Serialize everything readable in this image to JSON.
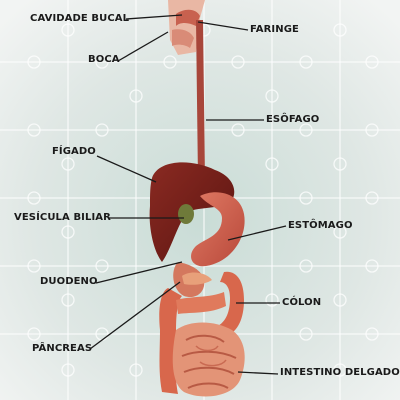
{
  "diagram": {
    "labels": {
      "cavidade_bucal": "CAVIDADE BUCAL",
      "boca": "BOCA",
      "faringe": "FARINGE",
      "esofago": "ESÔFAGO",
      "figado": "FÍGADO",
      "vesicula_biliar": "VESÍCULA BILIAR",
      "estomago": "ESTÔMAGO",
      "duodeno": "DUODENO",
      "colon": "CÓLON",
      "pancreas": "PÂNCREAS",
      "intestino_delgado": "INTESTINO DELGADO"
    }
  }
}
